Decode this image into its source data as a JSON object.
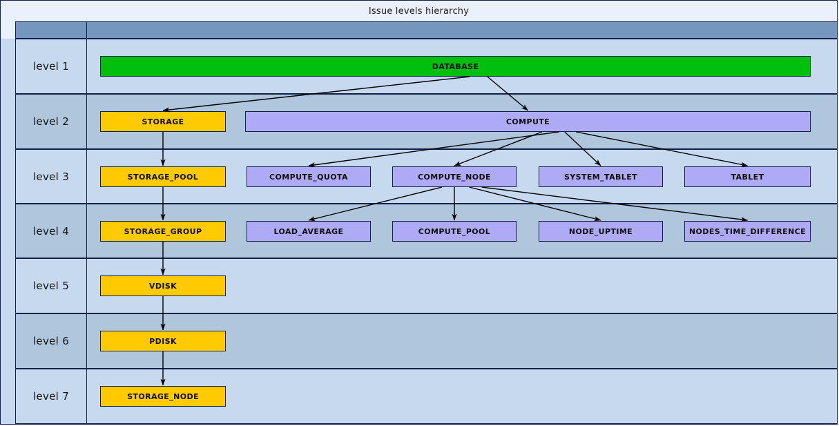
{
  "diagram": {
    "title": "Issue levels hierarchy",
    "type": "hierarchy",
    "colors": {
      "frame_border": "#11204a",
      "title_background": "#eaf1fc",
      "header_band": "#7596bd",
      "row_light": "#c6d9ee",
      "row_dark": "#afc6dc",
      "node_green": "#00bf0f",
      "node_gold": "#ffca00",
      "node_purple": "#aeaaf5",
      "arrow": "#000000"
    },
    "levels": [
      {
        "label": "level 1",
        "shade": "light"
      },
      {
        "label": "level 2",
        "shade": "dark"
      },
      {
        "label": "level 3",
        "shade": "light"
      },
      {
        "label": "level 4",
        "shade": "dark"
      },
      {
        "label": "level 5",
        "shade": "light"
      },
      {
        "label": "level 6",
        "shade": "dark"
      },
      {
        "label": "level 7",
        "shade": "light"
      }
    ],
    "nodes": [
      {
        "id": "DATABASE",
        "label": "DATABASE",
        "level": 1,
        "color": "green"
      },
      {
        "id": "STORAGE",
        "label": "STORAGE",
        "level": 2,
        "color": "gold"
      },
      {
        "id": "COMPUTE",
        "label": "COMPUTE",
        "level": 2,
        "color": "purple"
      },
      {
        "id": "STORAGE_POOL",
        "label": "STORAGE_POOL",
        "level": 3,
        "color": "gold"
      },
      {
        "id": "COMPUTE_QUOTA",
        "label": "COMPUTE_QUOTA",
        "level": 3,
        "color": "purple"
      },
      {
        "id": "COMPUTE_NODE",
        "label": "COMPUTE_NODE",
        "level": 3,
        "color": "purple"
      },
      {
        "id": "SYSTEM_TABLET",
        "label": "SYSTEM_TABLET",
        "level": 3,
        "color": "purple"
      },
      {
        "id": "TABLET",
        "label": "TABLET",
        "level": 3,
        "color": "purple"
      },
      {
        "id": "STORAGE_GROUP",
        "label": "STORAGE_GROUP",
        "level": 4,
        "color": "gold"
      },
      {
        "id": "LOAD_AVERAGE",
        "label": "LOAD_AVERAGE",
        "level": 4,
        "color": "purple"
      },
      {
        "id": "COMPUTE_POOL",
        "label": "COMPUTE_POOL",
        "level": 4,
        "color": "purple"
      },
      {
        "id": "NODE_UPTIME",
        "label": "NODE_UPTIME",
        "level": 4,
        "color": "purple"
      },
      {
        "id": "NODES_TIME_DIFFERENCE",
        "label": "NODES_TIME_DIFFERENCE",
        "level": 4,
        "color": "purple"
      },
      {
        "id": "VDISK",
        "label": "VDISK",
        "level": 5,
        "color": "gold"
      },
      {
        "id": "PDISK",
        "label": "PDISK",
        "level": 6,
        "color": "gold"
      },
      {
        "id": "STORAGE_NODE",
        "label": "STORAGE_NODE",
        "level": 7,
        "color": "gold"
      }
    ],
    "edges": [
      {
        "from": "DATABASE",
        "to": "STORAGE"
      },
      {
        "from": "DATABASE",
        "to": "COMPUTE"
      },
      {
        "from": "STORAGE",
        "to": "STORAGE_POOL"
      },
      {
        "from": "COMPUTE",
        "to": "COMPUTE_QUOTA"
      },
      {
        "from": "COMPUTE",
        "to": "COMPUTE_NODE"
      },
      {
        "from": "COMPUTE",
        "to": "SYSTEM_TABLET"
      },
      {
        "from": "COMPUTE",
        "to": "TABLET"
      },
      {
        "from": "STORAGE_POOL",
        "to": "STORAGE_GROUP"
      },
      {
        "from": "COMPUTE_NODE",
        "to": "LOAD_AVERAGE"
      },
      {
        "from": "COMPUTE_NODE",
        "to": "COMPUTE_POOL"
      },
      {
        "from": "COMPUTE_NODE",
        "to": "NODE_UPTIME"
      },
      {
        "from": "COMPUTE_NODE",
        "to": "NODES_TIME_DIFFERENCE"
      },
      {
        "from": "STORAGE_GROUP",
        "to": "VDISK"
      },
      {
        "from": "VDISK",
        "to": "PDISK"
      },
      {
        "from": "PDISK",
        "to": "STORAGE_NODE"
      }
    ]
  }
}
